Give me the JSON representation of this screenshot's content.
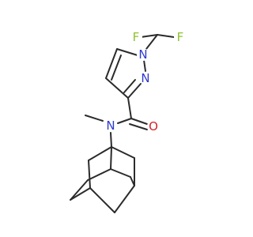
{
  "molecule": {
    "atoms": {
      "f_left": {
        "label": "F",
        "element": "F"
      },
      "f_right": {
        "label": "F",
        "element": "F"
      },
      "n1": {
        "label": "N",
        "element": "N"
      },
      "n2": {
        "label": "N",
        "element": "N"
      },
      "o": {
        "label": "O",
        "element": "O"
      },
      "n_amide": {
        "label": "N",
        "element": "N"
      }
    },
    "colors": {
      "bond": "#2b2b2b",
      "fluorine": "#90c030",
      "nitrogen": "#2d3bcc",
      "oxygen": "#d2222a"
    }
  }
}
